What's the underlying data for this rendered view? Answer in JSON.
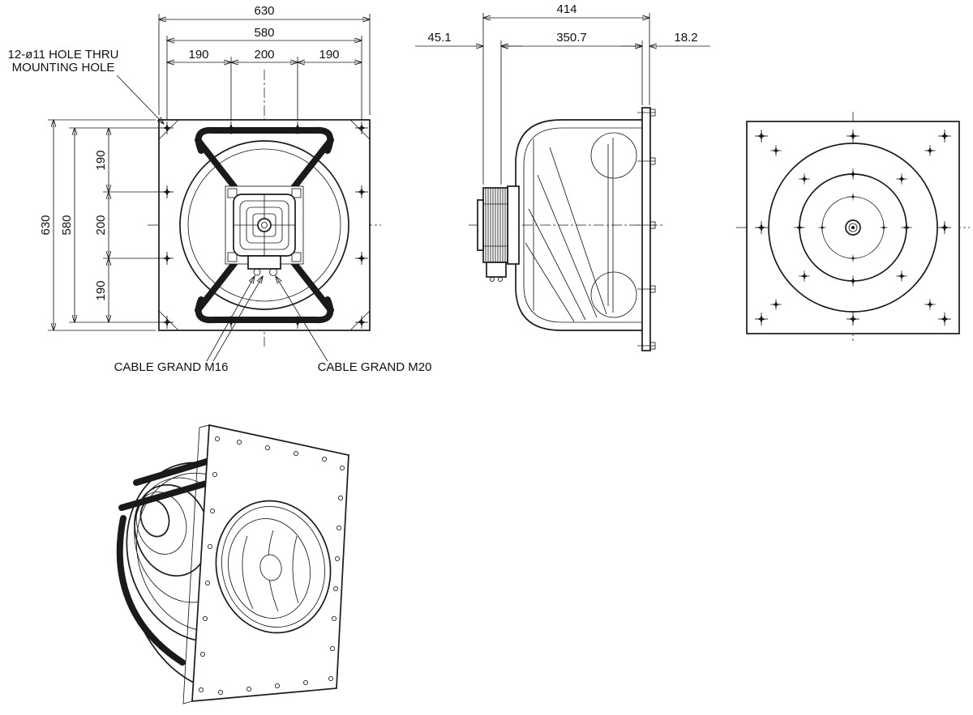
{
  "front_view": {
    "note_line1": "12-ø11 HOLE THRU",
    "note_line2": "MOUNTING HOLE",
    "dim_top_total": "630",
    "dim_top_inner": "580",
    "dim_top_seg1": "190",
    "dim_top_seg2": "200",
    "dim_top_seg3": "190",
    "dim_left_total": "630",
    "dim_left_inner": "580",
    "dim_left_seg1": "190",
    "dim_left_seg2": "200",
    "dim_left_seg3": "190",
    "cable_label_m16": "CABLE GRAND M16",
    "cable_label_m20": "CABLE GRAND M20"
  },
  "side_view": {
    "dim_total": "414",
    "dim_left": "45.1",
    "dim_mid": "350.7",
    "dim_right": "18.2"
  }
}
